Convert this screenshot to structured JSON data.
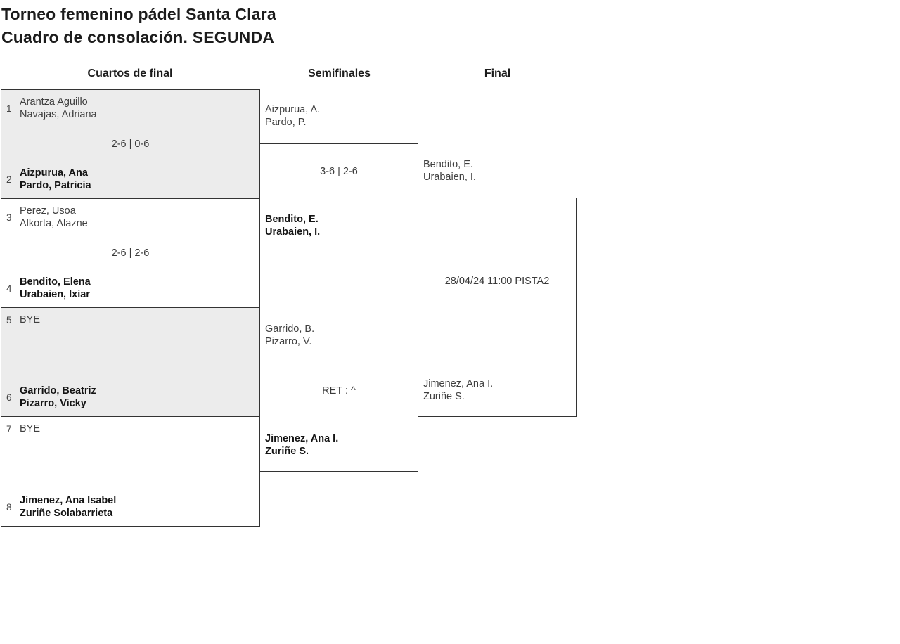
{
  "page": {
    "title_line1": "Torneo femenino pádel Santa Clara",
    "title_line2": "Cuadro de consolación. SEGUNDA"
  },
  "round_headers": {
    "quarterfinals": "Cuartos de final",
    "semifinals": "Semifinales",
    "final": "Final"
  },
  "colors": {
    "box_border": "#333333",
    "shaded_match_bg": "#ececec",
    "text": "#3f3f3f",
    "winner_text": "#141414"
  },
  "quarterfinals": [
    {
      "seed_top": "1",
      "team_top_line1": "Arantza Aguillo",
      "team_top_line2": "Navajas, Adriana",
      "score": "2-6 | 0-6",
      "seed_bottom": "2",
      "team_bottom_line1": "Aizpurua, Ana",
      "team_bottom_line2": "Pardo, Patricia"
    },
    {
      "seed_top": "3",
      "team_top_line1": "Perez, Usoa",
      "team_top_line2": "Alkorta, Alazne",
      "score": "2-6 | 2-6",
      "seed_bottom": "4",
      "team_bottom_line1": "Bendito, Elena",
      "team_bottom_line2": "Urabaien, Ixiar"
    },
    {
      "seed_top": "5",
      "team_top_line1": "BYE",
      "team_top_line2": "",
      "score": "",
      "seed_bottom": "6",
      "team_bottom_line1": "Garrido, Beatriz",
      "team_bottom_line2": "Pizarro, Vicky"
    },
    {
      "seed_top": "7",
      "team_top_line1": "BYE",
      "team_top_line2": "",
      "score": "",
      "seed_bottom": "8",
      "team_bottom_line1": "Jimenez, Ana Isabel",
      "team_bottom_line2": "Zuriñe Solabarrieta"
    }
  ],
  "semifinals": [
    {
      "team_top_line1": "Aizpurua, A.",
      "team_top_line2": "Pardo, P.",
      "score": "3-6 | 2-6",
      "team_bottom_line1": "Bendito, E.",
      "team_bottom_line2": "Urabaien, I."
    },
    {
      "team_top_line1": "Garrido, B.",
      "team_top_line2": "Pizarro, V.",
      "score": "RET : ^",
      "team_bottom_line1": "Jimenez, Ana I.",
      "team_bottom_line2": "Zuriñe S."
    }
  ],
  "final": {
    "team_top_line1": "Bendito, E.",
    "team_top_line2": "Urabaien, I.",
    "match_info": "28/04/24 11:00 PISTA2",
    "team_bottom_line1": "Jimenez, Ana I.",
    "team_bottom_line2": "Zuriñe S."
  }
}
